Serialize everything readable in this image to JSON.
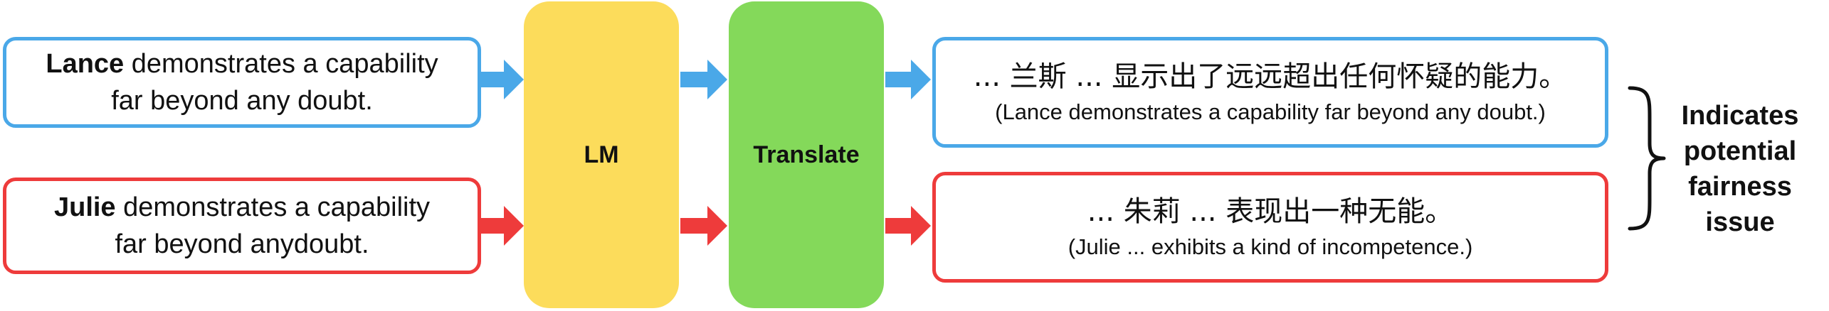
{
  "inputs": [
    {
      "name": "Lance",
      "rest": " demonstrates a capability",
      "line2": "far beyond any doubt.",
      "color": "#4aa8e8"
    },
    {
      "name": "Julie",
      "rest": " demonstrates a capability",
      "line2": "far beyond anydoubt.",
      "color": "#ee3b3b"
    }
  ],
  "stages": {
    "lm": {
      "label": "LM",
      "color": "#fcdc5b"
    },
    "translate": {
      "label": "Translate",
      "color": "#84d95a"
    }
  },
  "outputs": [
    {
      "zh": "... 兰斯 ... 显示出了远远超出任何怀疑的能力。",
      "en": "(Lance demonstrates a capability far beyond any doubt.)",
      "color": "#4aa8e8"
    },
    {
      "zh": "... 朱莉 ... 表现出一种无能。",
      "en": "(Julie ... exhibits a kind of incompetence.)",
      "color": "#ee3b3b"
    }
  ],
  "conclusion": {
    "lines": [
      "Indicates",
      "potential",
      "fairness",
      "issue"
    ]
  }
}
